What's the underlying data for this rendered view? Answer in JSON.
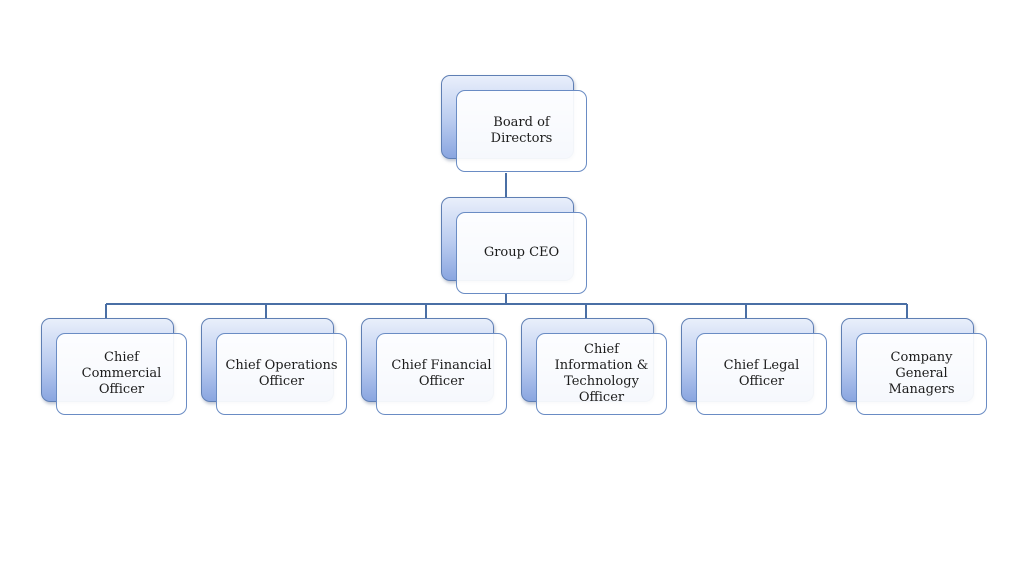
{
  "colors": {
    "connector": "#4a6fa5",
    "box_border": "#6a8cc4",
    "box_fill_top": "#e9effb",
    "box_fill_bottom": "#8aa6e0"
  },
  "org_chart": {
    "board": {
      "label": "Board of\nDirectors"
    },
    "ceo": {
      "label": "Group CEO"
    },
    "reports": [
      {
        "label": "Chief\nCommercial\nOfficer"
      },
      {
        "label": "Chief Operations\nOfficer"
      },
      {
        "label": "Chief Financial\nOfficer"
      },
      {
        "label": "Chief\nInformation &\nTechnology\nOfficer"
      },
      {
        "label": "Chief Legal\nOfficer"
      },
      {
        "label": "Company\nGeneral\nManagers"
      }
    ]
  }
}
